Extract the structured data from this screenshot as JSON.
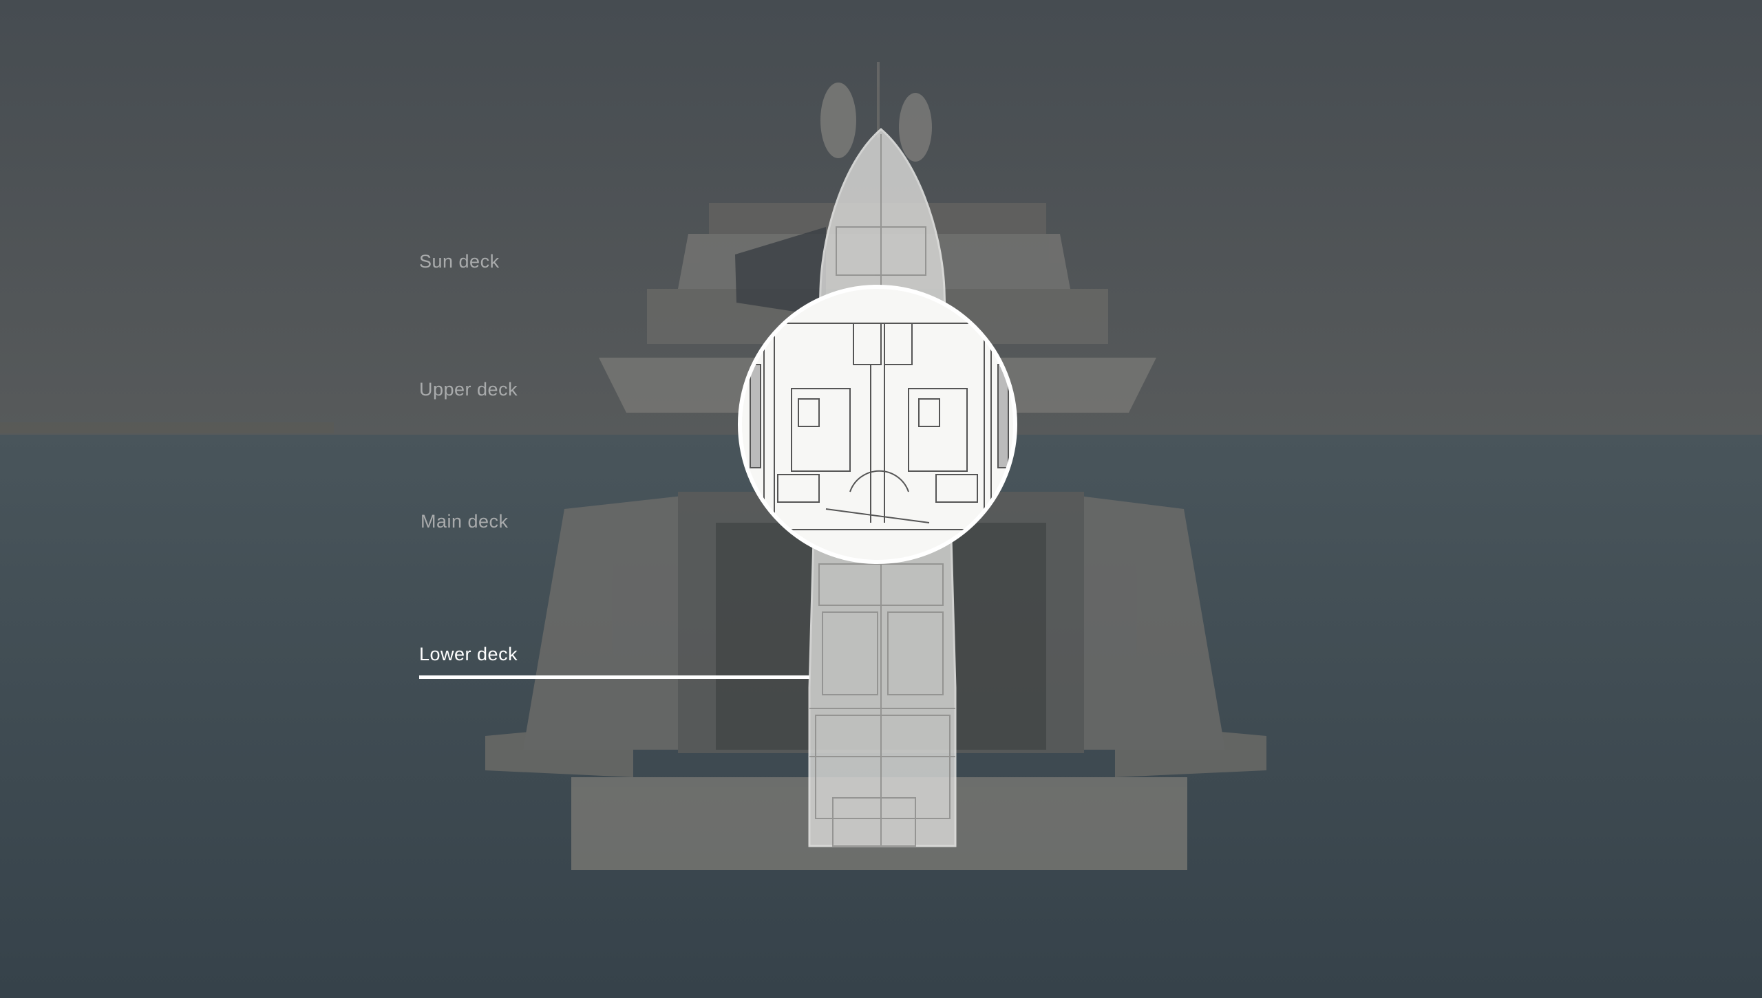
{
  "decks": [
    {
      "label": "Sun deck",
      "active": false
    },
    {
      "label": "Upper deck",
      "active": false
    },
    {
      "label": "Main deck",
      "active": false
    },
    {
      "label": "Lower deck",
      "active": true
    }
  ],
  "colors": {
    "overlay": "#4b5156",
    "sea": "#3e4950",
    "active_text": "#ffffff",
    "inactive_text": "#a9abac"
  }
}
